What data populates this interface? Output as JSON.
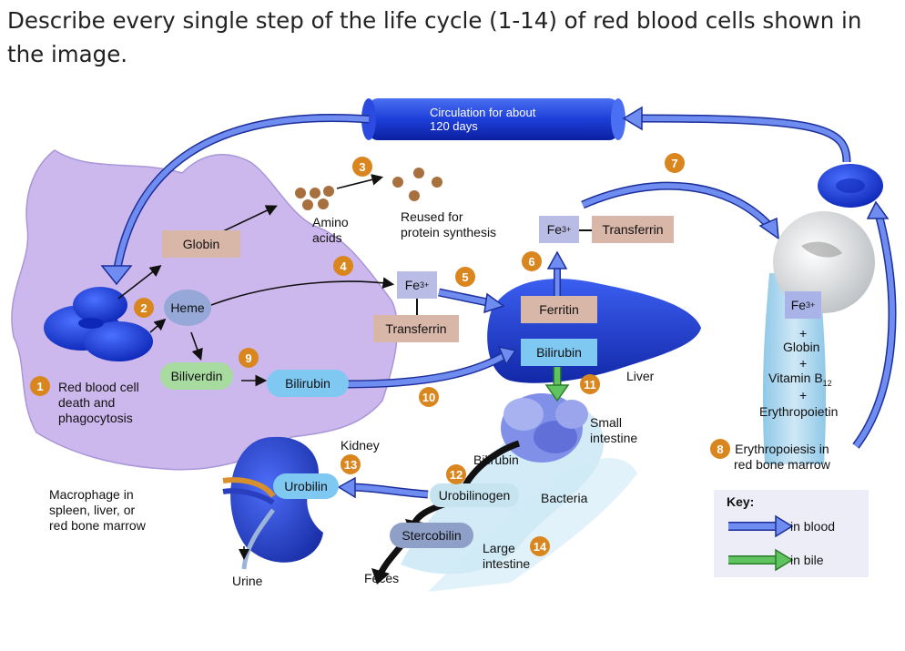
{
  "question": "Describe every single step of the life cycle (1-14) of red blood cells shown in the image.",
  "labels": {
    "circulation": "Circulation for about\n120 days",
    "globin": "Globin",
    "heme": "Heme",
    "amino_acids": "Amino\nacids",
    "reused": "Reused for\nprotein synthesis",
    "fe_top": "Fe",
    "fe_charge": "3+",
    "transferrin_top": "Transferrin",
    "fe_mid": "Fe",
    "transferrin_mid": "Transferrin",
    "ferritin": "Ferritin",
    "bilirubin_liver": "Bilirubin",
    "liver": "Liver",
    "biliverdin": "Biliverdin",
    "bilirubin_macro": "Bilirubin",
    "rbc_death": "Red blood cell\ndeath and\nphagocytosis",
    "macrophage": "Macrophage in\nspleen, liver, or\nred bone marrow",
    "small_intestine": "Small\nintestine",
    "bilirubin_int": "Bilirubin",
    "urobilinogen": "Urobilinogen",
    "bacteria": "Bacteria",
    "stercobilin": "Stercobilin",
    "large_intestine": "Large\nintestine",
    "feces": "Feces",
    "kidney": "Kidney",
    "urobilin": "Urobilin",
    "urine": "Urine",
    "fe_bone": "Fe",
    "plus": "+",
    "globin_bone": "Globin",
    "vitamin": "Vitamin B",
    "vitamin_sub": "12",
    "erythropoietin": "Erythropoietin",
    "erythropoiesis": "Erythropoiesis in\nred bone marrow",
    "key_title": "Key:",
    "key_blood": "in blood",
    "key_bile": "in bile"
  },
  "steps": [
    "1",
    "2",
    "3",
    "4",
    "5",
    "6",
    "7",
    "8",
    "9",
    "10",
    "11",
    "12",
    "13",
    "14"
  ],
  "colors": {
    "step": "#d9861e",
    "blood_arrow": "#4a6fe0",
    "bile_arrow": "#4caf50",
    "macrophage": "#cdb8ee",
    "rbc": "#1f3fd0"
  }
}
